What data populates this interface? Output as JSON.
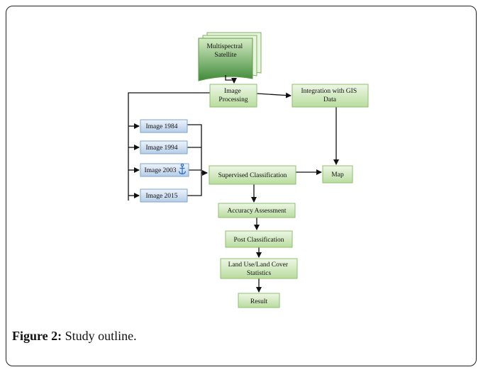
{
  "figure": {
    "caption_label": "Figure 2:",
    "caption_text": " Study outline."
  },
  "nodes": {
    "multispectral_satellite": [
      "Multispectral",
      "Satellite"
    ],
    "image_processing": [
      "Image",
      "Processing"
    ],
    "integration_gis": [
      "Integration with GIS",
      "Data"
    ],
    "image_1984": [
      "Image 1984"
    ],
    "image_1994": [
      "Image 1994"
    ],
    "image_2003": [
      "Image 2003"
    ],
    "image_2015": [
      "Image 2015"
    ],
    "supervised_classification": [
      "Supervised Classification"
    ],
    "map": [
      "Map"
    ],
    "accuracy_assessment": [
      "Accuracy Assessment"
    ],
    "post_classification": [
      "Post Classification"
    ],
    "land_use_statistics": [
      "Land Use/Land Cover",
      "Statistics"
    ],
    "result": [
      "Result"
    ]
  },
  "colors": {
    "green_fill_top": "#eef7e6",
    "green_fill_bottom": "#b9dc9e",
    "green_stroke": "#8fbf6e",
    "blue_fill_top": "#eef4fb",
    "blue_fill_bottom": "#b5cde8",
    "blue_stroke": "#7fa3c9",
    "satellite_dark": "#3f8a3a",
    "anchor_color": "#2d6fc4"
  },
  "anchor_icon": "anchor-icon"
}
